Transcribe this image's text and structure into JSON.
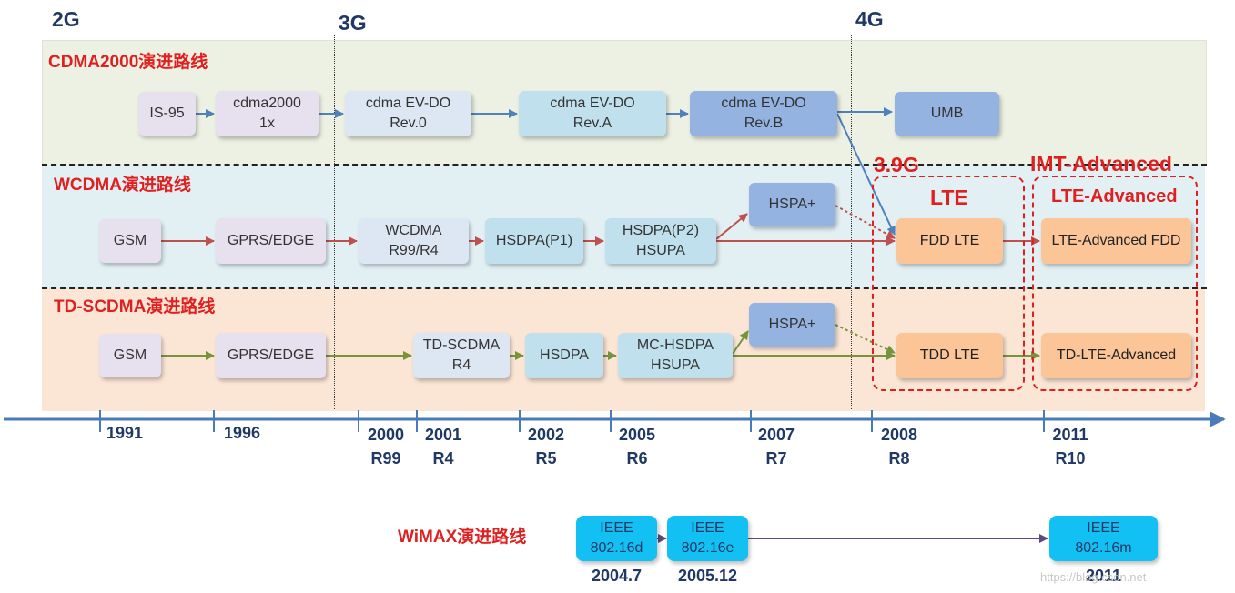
{
  "generations": {
    "g2": "2G",
    "g3": "3G",
    "g4": "4G"
  },
  "lanes": {
    "cdma": "CDMA2000演进路线",
    "wcdma": "WCDMA演进路线",
    "td": "TD-SCDMA演进路线",
    "wimax": "WiMAX演进路线"
  },
  "nodes": {
    "is95": "IS-95",
    "cdma1x": "cdma2000\n1x",
    "evdo0": "cdma EV-DO\nRev.0",
    "evdoA": "cdma EV-DO\nRev.A",
    "evdoB": "cdma EV-DO\nRev.B",
    "umb": "UMB",
    "w_gsm": "GSM",
    "w_gprs": "GPRS/EDGE",
    "wcdma": "WCDMA\nR99/R4",
    "hsdpa_p1": "HSDPA(P1)",
    "hsdpa_p2": "HSDPA(P2)\nHSUPA",
    "w_hspap": "HSPA+",
    "fdd_lte": "FDD LTE",
    "lte_adv_fdd": "LTE-Advanced FDD",
    "t_gsm": "GSM",
    "t_gprs": "GPRS/EDGE",
    "tdscdma": "TD-SCDMA\nR4",
    "t_hsdpa": "HSDPA",
    "mc_hsdpa": "MC-HSDPA\nHSUPA",
    "t_hspap": "HSPA+",
    "tdd_lte": "TDD LTE",
    "td_lte_adv": "TD-LTE-Advanced",
    "ieee_d": "IEEE\n802.16d",
    "ieee_e": "IEEE\n802.16e",
    "ieee_m": "IEEE\n802.16m"
  },
  "groups": {
    "g39": "3.9G",
    "lte": "LTE",
    "imt": "IMT-Advanced",
    "lte_adv": "LTE-Advanced"
  },
  "timeline": [
    "1991",
    "1996",
    "2000\nR99",
    "2001\nR4",
    "2002\nR5",
    "2005\nR6",
    "2007\nR7",
    "2008\nR8",
    "2011\nR10"
  ],
  "wimax_dates": [
    "2004.7",
    "2005.12",
    "2011"
  ],
  "watermark": "https://blog.csdn.net",
  "colors": {
    "lane_title": "#e02020",
    "cdma_arrow": "#4f81bd",
    "wcdma_arrow": "#c0504d",
    "td_arrow": "#77933c",
    "wimax_arrow": "#5f497a",
    "axis": "#4a7ab8"
  }
}
